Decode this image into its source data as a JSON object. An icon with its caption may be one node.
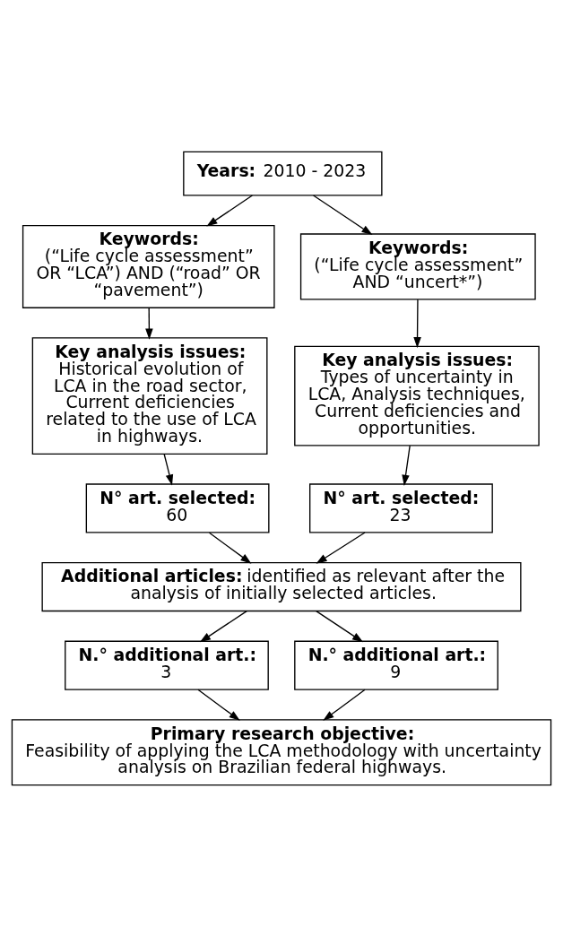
{
  "diagram": {
    "nodes": [
      {
        "text": [
          "**Years:** 2010 - 2023"
        ]
      },
      {
        "text": [
          "Keywords:",
          "(“Life cycle assessment” OR “LCA”) AND (“road” OR “pavement”)"
        ]
      },
      {
        "text": [
          "Keywords:",
          "(“Life cycle assessment” AND “uncert*”)"
        ]
      },
      {
        "text": [
          "Key analysis issues:",
          "Historical evolution of LCA in the road sector, Current deficiencies related to the use of LCA in highways."
        ]
      },
      {
        "text": [
          "Key analysis issues:",
          "Types of uncertainty in LCA, Analysis techniques, Current deficiencies and opportunities."
        ]
      },
      {
        "text": [
          "N° art. selected:",
          "60"
        ]
      },
      {
        "text": [
          "N° art. selected:",
          "23"
        ]
      },
      {
        "text": [
          "**Additional articles:** identified as relevant after the analysis of initially selected articles."
        ]
      },
      {
        "text": [
          "N.° additional art.:",
          "3"
        ]
      },
      {
        "text": [
          "N.° additional art.:",
          "9"
        ]
      },
      {
        "text": [
          "Primary research objective:",
          "Feasibility of applying the LCA methodology with uncertainty analysis on Brazilian federal highways."
        ]
      }
    ],
    "edges": [
      {
        "from": 0,
        "to": 1,
        "arrow": "to"
      },
      {
        "from": 0,
        "to": 2,
        "arrow": "to"
      },
      {
        "from": 1,
        "to": 3,
        "arrow": "to"
      },
      {
        "from": 2,
        "to": 4,
        "arrow": "to"
      },
      {
        "from": 3,
        "to": 5,
        "arrow": "to"
      },
      {
        "from": 4,
        "to": 6,
        "arrow": "to"
      },
      {
        "from": 5,
        "to": 7,
        "arrow": "to"
      },
      {
        "from": 6,
        "to": 7,
        "arrow": "to"
      },
      {
        "from": 7,
        "to": 8,
        "arrow": "to"
      },
      {
        "from": 7,
        "to": 9,
        "arrow": "to"
      },
      {
        "from": 8,
        "to": 10,
        "arrow": "to"
      },
      {
        "from": 9,
        "to": 10,
        "arrow": "to"
      }
    ]
  }
}
